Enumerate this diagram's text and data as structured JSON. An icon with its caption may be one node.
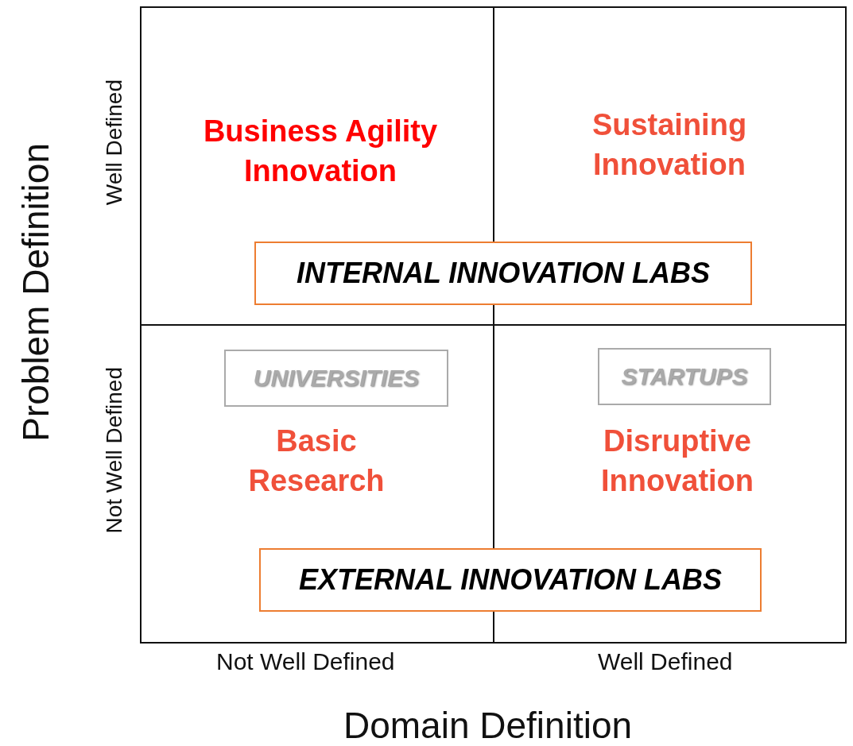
{
  "diagram": {
    "nodes": [
      {
        "text": [
          "Business Agility Innovation"
        ]
      },
      {
        "text": [
          "Sustaining Innovation"
        ]
      },
      {
        "text": [
          "Basic Research"
        ]
      },
      {
        "text": [
          "UNIVERSITIES"
        ],
        "in": 2
      },
      {
        "text": [
          "Disruptive Innovation"
        ]
      },
      {
        "text": [
          "STARTUPS"
        ],
        "in": 4
      },
      {
        "text": [
          "INTERNAL INNOVATION LABS"
        ]
      },
      {
        "text": [
          "EXTERNAL INNOVATION LABS"
        ]
      }
    ],
    "edges": [],
    "labels": [
      "Problem Definition",
      "Well Defined",
      "Not Well Defined",
      "Not Well Defined",
      "Well Defined",
      "Domain Definition"
    ]
  }
}
